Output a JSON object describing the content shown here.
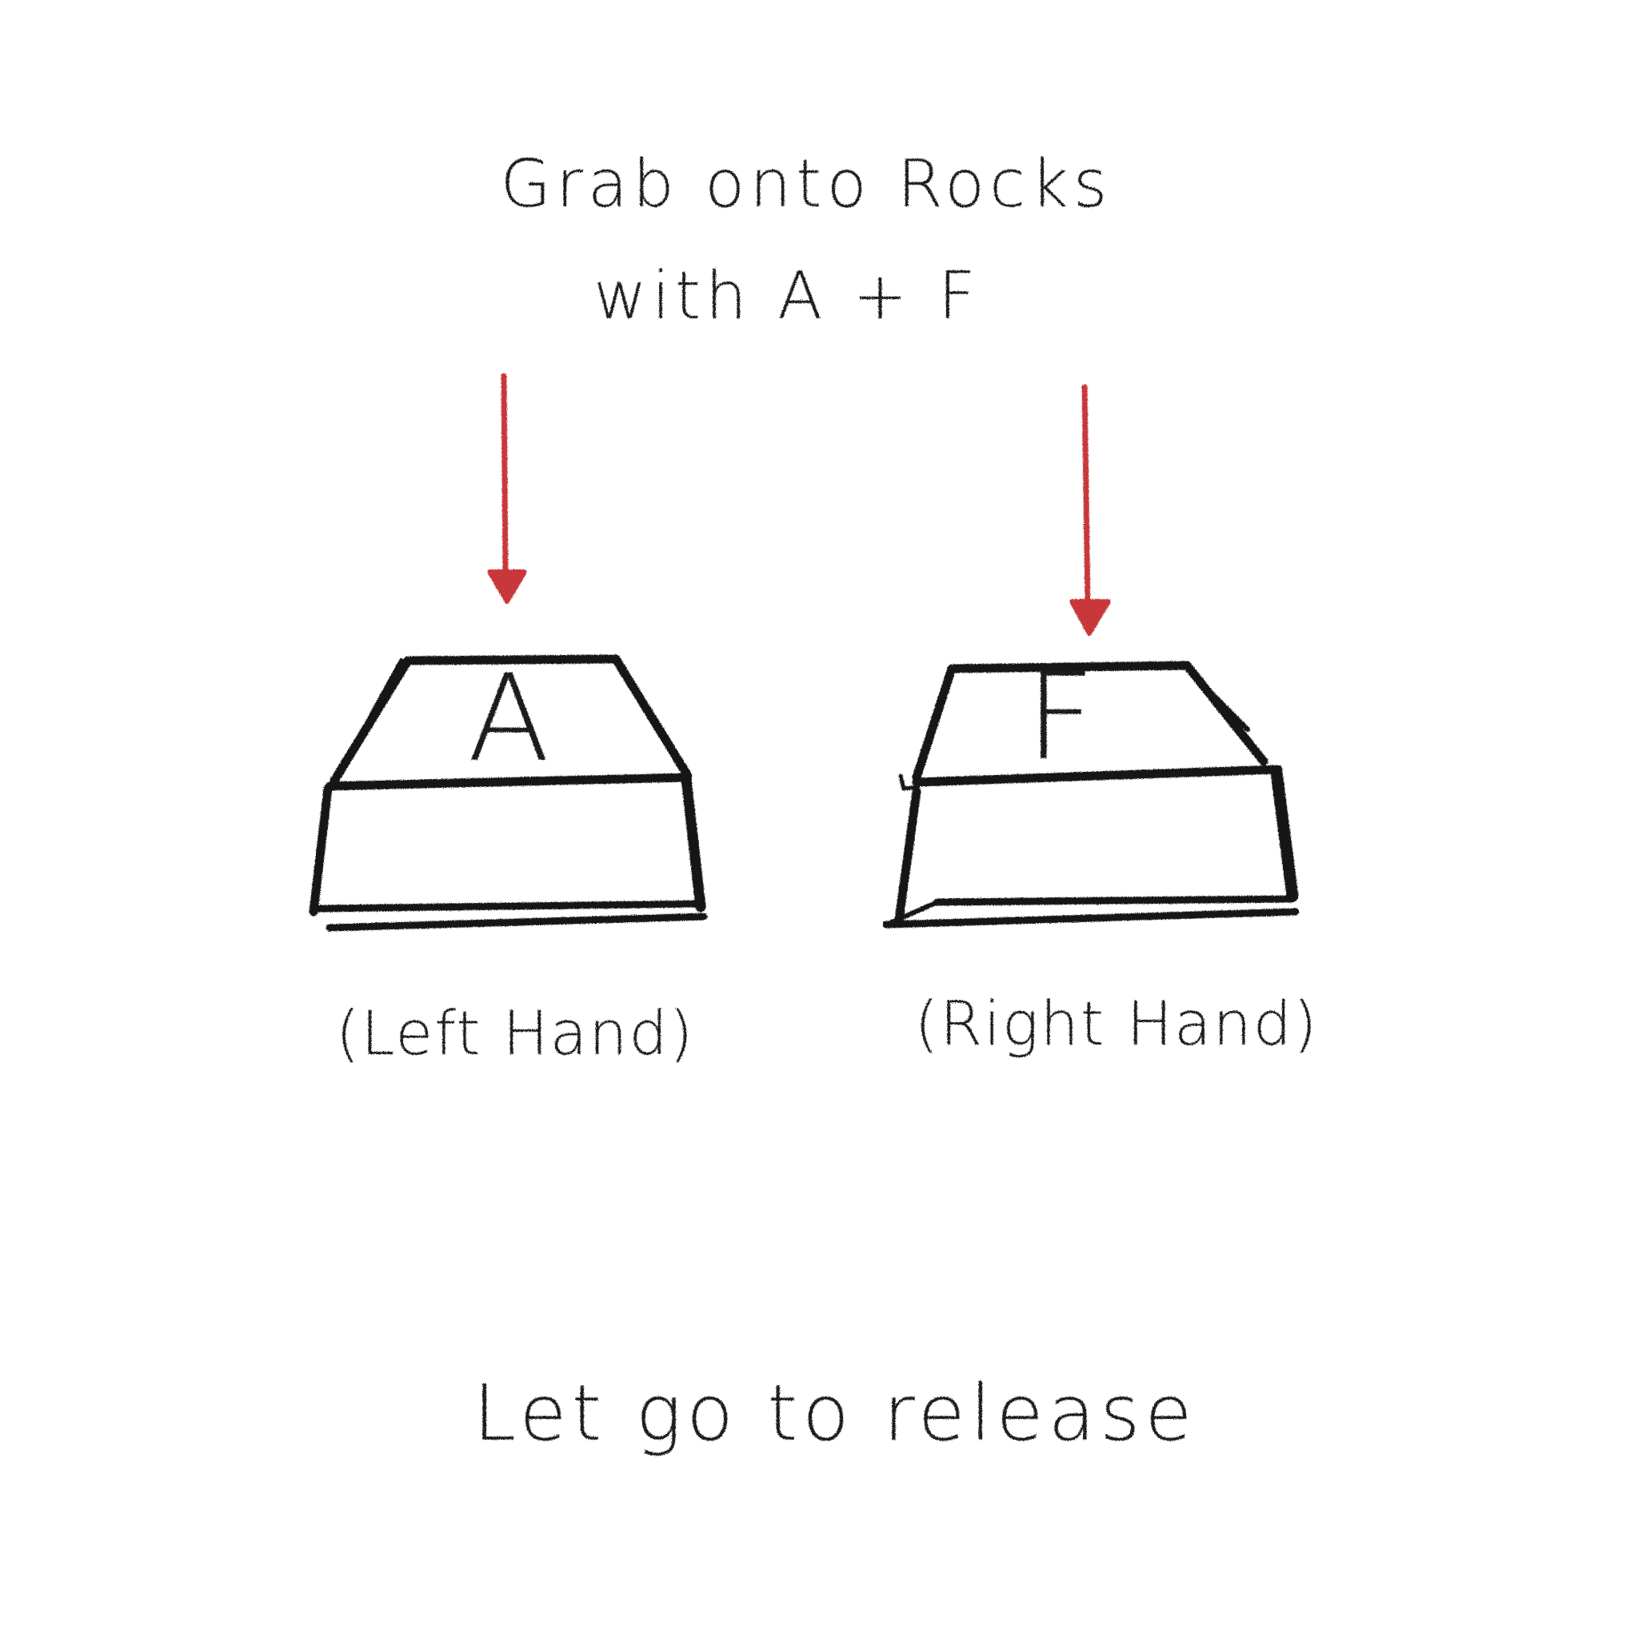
{
  "instructions": {
    "title_line_1": "Grab onto Rocks",
    "title_line_2": "with A + F",
    "footer": "Let go to release"
  },
  "keys": [
    {
      "letter": "A",
      "label": "(Left Hand)"
    },
    {
      "letter": "F",
      "label": "(Right Hand)"
    }
  ],
  "colors": {
    "ink": "#161616",
    "arrow": "#c8393b",
    "background": "#ffffff"
  }
}
